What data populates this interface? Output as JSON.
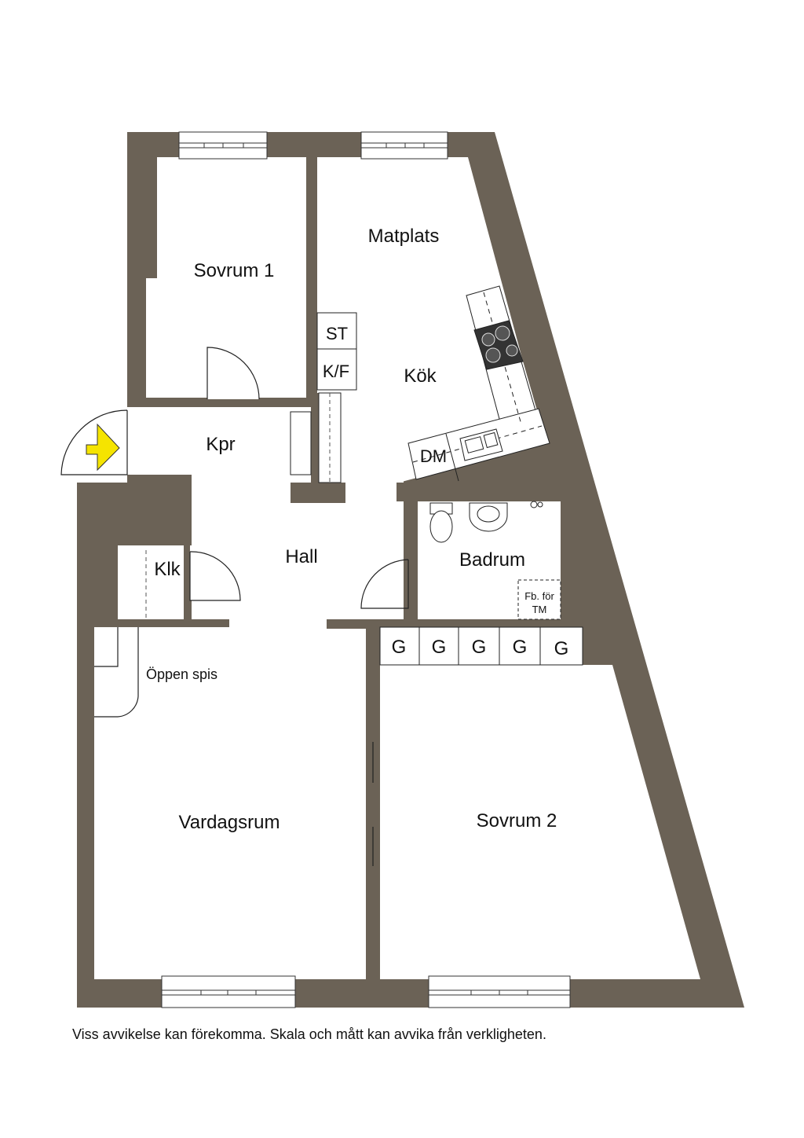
{
  "colors": {
    "wall": "#6b6256",
    "floor": "#ffffff",
    "line": "#222222",
    "entrance_arrow": "#f5e400",
    "hob": "#333333"
  },
  "rooms": {
    "sovrum1": "Sovrum 1",
    "matplats": "Matplats",
    "kok": "Kök",
    "kpr": "Kpr",
    "hall": "Hall",
    "klk": "Klk",
    "badrum": "Badrum",
    "oppen_spis": "Öppen spis",
    "vardagsrum": "Vardagsrum",
    "sovrum2": "Sovrum 2"
  },
  "fixtures": {
    "st": "ST",
    "kf": "K/F",
    "dm": "DM",
    "fb_line1": "Fb. för",
    "fb_line2": "TM",
    "wardrobes": [
      "G",
      "G",
      "G",
      "G",
      "G"
    ]
  },
  "disclaimer": "Viss avvikelse kan förekomma. Skala och mått kan avvika från verkligheten."
}
